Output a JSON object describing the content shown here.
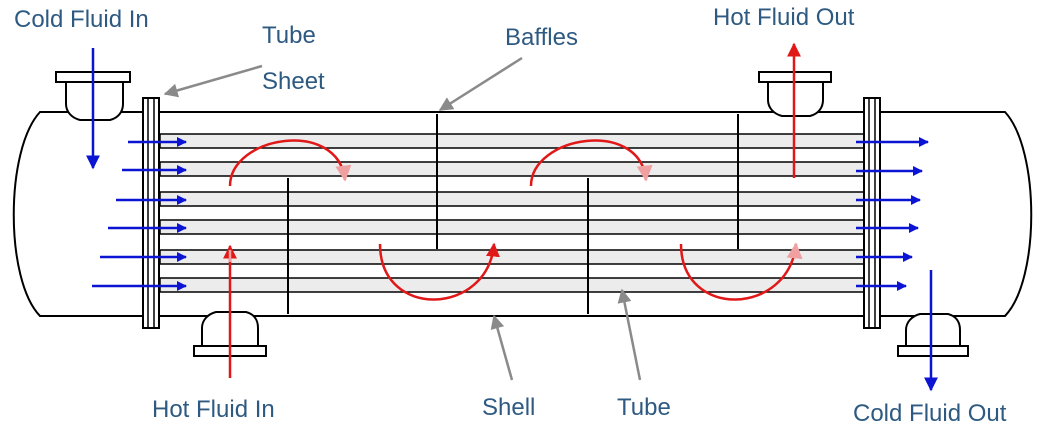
{
  "labels": {
    "cold_fluid_in": "Cold Fluid In",
    "tube_sheet_line1": "Tube",
    "tube_sheet_line2": "Sheet",
    "baffles": "Baffles",
    "hot_fluid_out": "Hot Fluid Out",
    "hot_fluid_in": "Hot Fluid In",
    "shell": "Shell",
    "tube": "Tube",
    "cold_fluid_out": "Cold Fluid Out"
  },
  "colors": {
    "label_text": "#2e5a82",
    "cold_flow": "#0a14d2",
    "hot_flow": "#e01818",
    "hot_flow_faded": "#f0a0a0",
    "outline": "#000000",
    "tube_fill": "#ececec",
    "pointer": "#8a8a8a"
  }
}
